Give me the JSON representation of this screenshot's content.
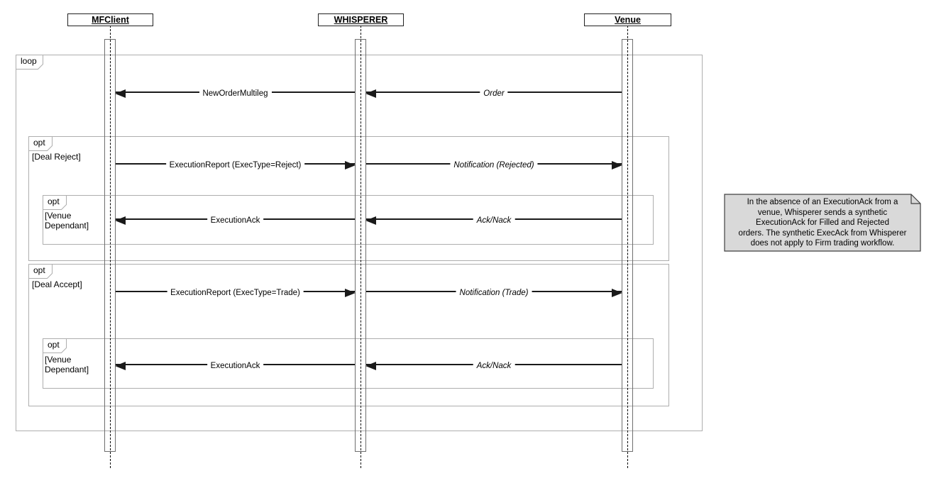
{
  "diagram_type": "uml-sequence-diagram",
  "actors": [
    {
      "label": "MFClient"
    },
    {
      "label": "WHISPERER"
    },
    {
      "label": "Venue"
    }
  ],
  "fragments": [
    {
      "operator": "loop",
      "guard": ""
    },
    {
      "operator": "opt",
      "guard": "[Deal Reject]"
    },
    {
      "operator": "opt",
      "guard": "[Venue Dependant]"
    },
    {
      "operator": "opt",
      "guard": "[Deal Accept]"
    },
    {
      "operator": "opt",
      "guard": "[Venue Dependant]"
    }
  ],
  "messages": [
    {
      "label": "NewOrderMultileg",
      "from": "WHISPERER",
      "to": "MFClient",
      "direction": "left",
      "emphasis": "plain"
    },
    {
      "label": "Order",
      "from": "Venue",
      "to": "WHISPERER",
      "direction": "left",
      "emphasis": "italic"
    },
    {
      "label": "ExecutionReport (ExecType=Reject)",
      "from": "MFClient",
      "to": "WHISPERER",
      "direction": "right",
      "emphasis": "plain"
    },
    {
      "label": "Notification (Rejected)",
      "from": "WHISPERER",
      "to": "Venue",
      "direction": "right",
      "emphasis": "italic"
    },
    {
      "label": "ExecutionAck",
      "from": "WHISPERER",
      "to": "MFClient",
      "direction": "left",
      "emphasis": "plain"
    },
    {
      "label": "Ack/Nack",
      "from": "Venue",
      "to": "WHISPERER",
      "direction": "left",
      "emphasis": "italic"
    },
    {
      "label": "ExecutionReport (ExecType=Trade)",
      "from": "MFClient",
      "to": "WHISPERER",
      "direction": "right",
      "emphasis": "plain"
    },
    {
      "label": "Notification (Trade)",
      "from": "WHISPERER",
      "to": "Venue",
      "direction": "right",
      "emphasis": "italic"
    },
    {
      "label": "ExecutionAck",
      "from": "WHISPERER",
      "to": "MFClient",
      "direction": "left",
      "emphasis": "plain"
    },
    {
      "label": "Ack/Nack",
      "from": "Venue",
      "to": "WHISPERER",
      "direction": "left",
      "emphasis": "italic"
    }
  ],
  "note": {
    "text": "In the absence of an ExecutionAck from a venue, Whisperer sends a synthetic ExecutionAck for Filled and Rejected orders. The synthetic ExecAck from Whisperer does not apply to Firm trading workflow.",
    "lines": [
      "In the absence of an ExecutionAck from a",
      "venue, Whisperer sends a synthetic",
      "ExecutionAck for Filled and Rejected",
      "orders. The synthetic ExecAck from Whisperer",
      "does not apply to Firm trading workflow."
    ]
  },
  "colors": {
    "background": "#ffffff",
    "note_background": "#d9d9d9",
    "fragment_border": "#aeaeae",
    "message_line": "#1a1a1a",
    "activation_border": "#6e6e6e"
  }
}
